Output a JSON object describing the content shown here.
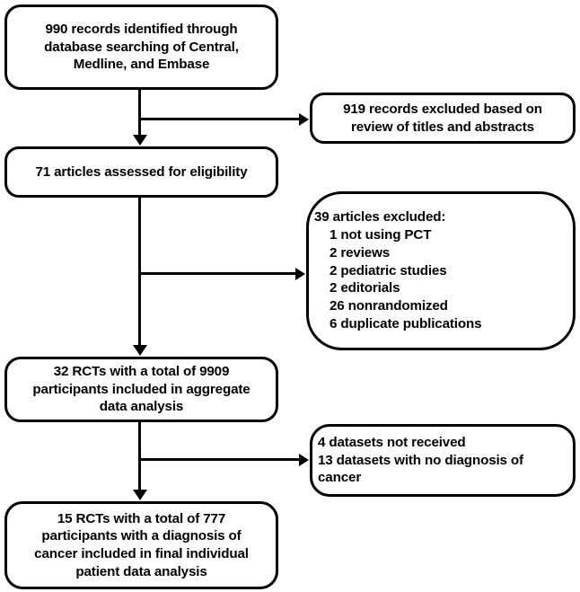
{
  "diagram": {
    "type": "flowchart",
    "title": "PRISMA study selection flow diagram",
    "colors": {
      "stroke": "#000000",
      "fill": "#FFFFFF",
      "text": "#000000"
    },
    "nodes": {
      "identified": {
        "name": "records-identified",
        "lines": [
          "990 records identified through",
          "database searching of Central,",
          "Medline, and Embase"
        ]
      },
      "excluded_titles": {
        "name": "records-excluded-titles-abstracts",
        "lines": [
          "919 records excluded based on",
          "review of titles and abstracts"
        ]
      },
      "assessed": {
        "name": "articles-assessed-eligibility",
        "lines": [
          "71 articles assessed for eligibility"
        ]
      },
      "excluded_articles": {
        "name": "articles-excluded-reasons",
        "heading": "39 articles excluded:",
        "reasons": [
          "1 not using PCT",
          "2 reviews",
          "2 pediatric studies",
          "2 editorials",
          "26 nonrandomized",
          "6 duplicate publications"
        ]
      },
      "aggregate": {
        "name": "rcts-aggregate-data-analysis",
        "lines": [
          "32 RCTs with a total of 9909",
          "participants included in aggregate",
          "data analysis"
        ]
      },
      "datasets": {
        "name": "datasets-excluded",
        "lines": [
          "4 datasets not received",
          "13 datasets with no diagnosis of",
          "cancer"
        ]
      },
      "final": {
        "name": "rcts-individual-patient-data-analysis",
        "lines": [
          "15 RCTs with a total of 777",
          "participants with a diagnosis of",
          "cancer included in final individual",
          "patient data analysis"
        ]
      }
    }
  }
}
